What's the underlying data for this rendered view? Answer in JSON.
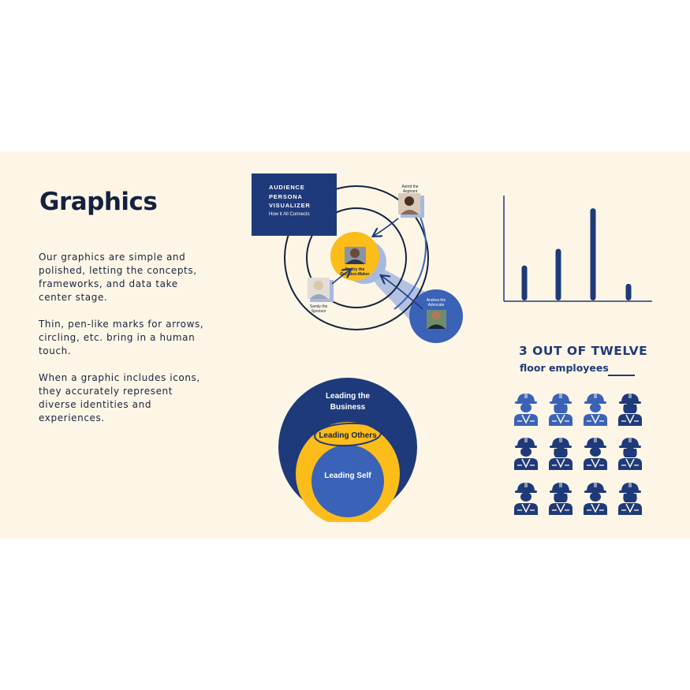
{
  "page": {
    "title": "Graphics"
  },
  "body_text": [
    "Our graphics are simple and polished, letting the concepts, frameworks, and data take center stage.",
    "Thin, pen-like marks for arrows, circling, etc. bring in a human touch.",
    "When a graphic includes icons, they accurately represent diverse identities and experiences."
  ],
  "persona_visualizer": {
    "title_lines": [
      "AUDIENCE",
      "PERSONA",
      "VISUALIZER"
    ],
    "subtitle": "How it All Connects",
    "personas": [
      {
        "name_line1": "Astrid the",
        "name_line2": "Aspirant"
      },
      {
        "name_line1": "Dmitry the",
        "name_line2": "Decision-Maker"
      },
      {
        "name_line1": "Sandy the",
        "name_line2": "Sponsor"
      },
      {
        "name_line1": "Andrea the",
        "name_line2": "Advocate"
      }
    ]
  },
  "leadership": {
    "outer_line1": "Leading the",
    "outer_line2": "Business",
    "middle": "Leading Others",
    "inner": "Leading Self"
  },
  "chart_data": {
    "type": "bar",
    "categories": [
      "",
      "",
      "",
      ""
    ],
    "values": [
      44,
      65,
      116,
      21
    ],
    "ylim": [
      0,
      130
    ],
    "color": "#1f3a7a"
  },
  "stat": {
    "headline": "3 OUT OF TWELVE",
    "sub": "floor employees",
    "total": 12,
    "highlighted": 3,
    "icons": [
      "worker-man",
      "worker-woman",
      "worker-man",
      "worker-woman",
      "worker-man",
      "worker-woman",
      "worker-man",
      "worker-woman",
      "worker-man",
      "worker-woman",
      "worker-man",
      "worker-woman"
    ],
    "highlight_color": "#3a62b7",
    "base_color": "#1f3a7a"
  },
  "colors": {
    "navy": "#1f3a7a",
    "yellow": "#fcbd1b",
    "blue": "#3a62b7",
    "background": "#fdf6e6"
  }
}
